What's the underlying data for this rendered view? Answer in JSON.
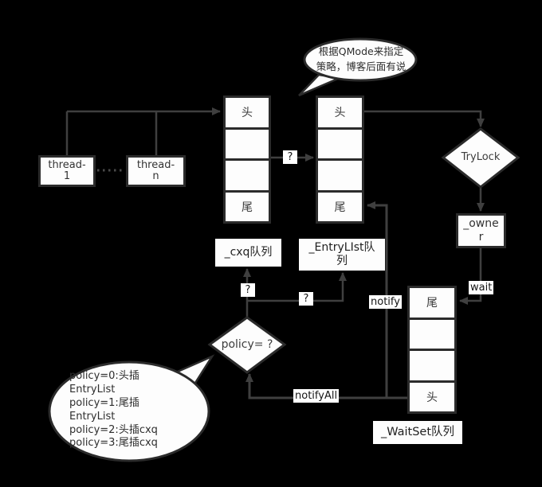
{
  "colors": {
    "background": "#000000",
    "box_fill": "#fdfdfd",
    "box_border": "#2b2b2b",
    "line": "#3f3f3f",
    "text": "#333333"
  },
  "bubbles": {
    "qmode": {
      "text": "根据QMode来指定\n策略，博客后面有说"
    },
    "policy": {
      "text": "policy=0:头插\nEntryList\npolicy=1:尾插\nEntryList\npolicy=2:头插cxq\npolicy=3:尾插cxq"
    }
  },
  "threads": {
    "t1": "thread-1",
    "tn": "thread-n"
  },
  "queues": {
    "cxq": {
      "cells": [
        "头",
        "",
        "",
        "尾"
      ],
      "label": "_cxq队列"
    },
    "entrylist": {
      "cells": [
        "头",
        "",
        "",
        "尾"
      ],
      "label": "_EntryLIst队列"
    },
    "waitset": {
      "cells": [
        "尾",
        "",
        "",
        "头"
      ],
      "label": "_WaitSet队列"
    }
  },
  "nodes": {
    "trylock": "TryLock",
    "owner": "_owner",
    "policy_diamond": "policy= ?"
  },
  "edge_labels": {
    "wait": "wait",
    "notify": "notify",
    "notify_all": "notifyAll",
    "q_between_queues": "?",
    "q_to_cxq": "?",
    "q_to_entrylist": "?"
  }
}
